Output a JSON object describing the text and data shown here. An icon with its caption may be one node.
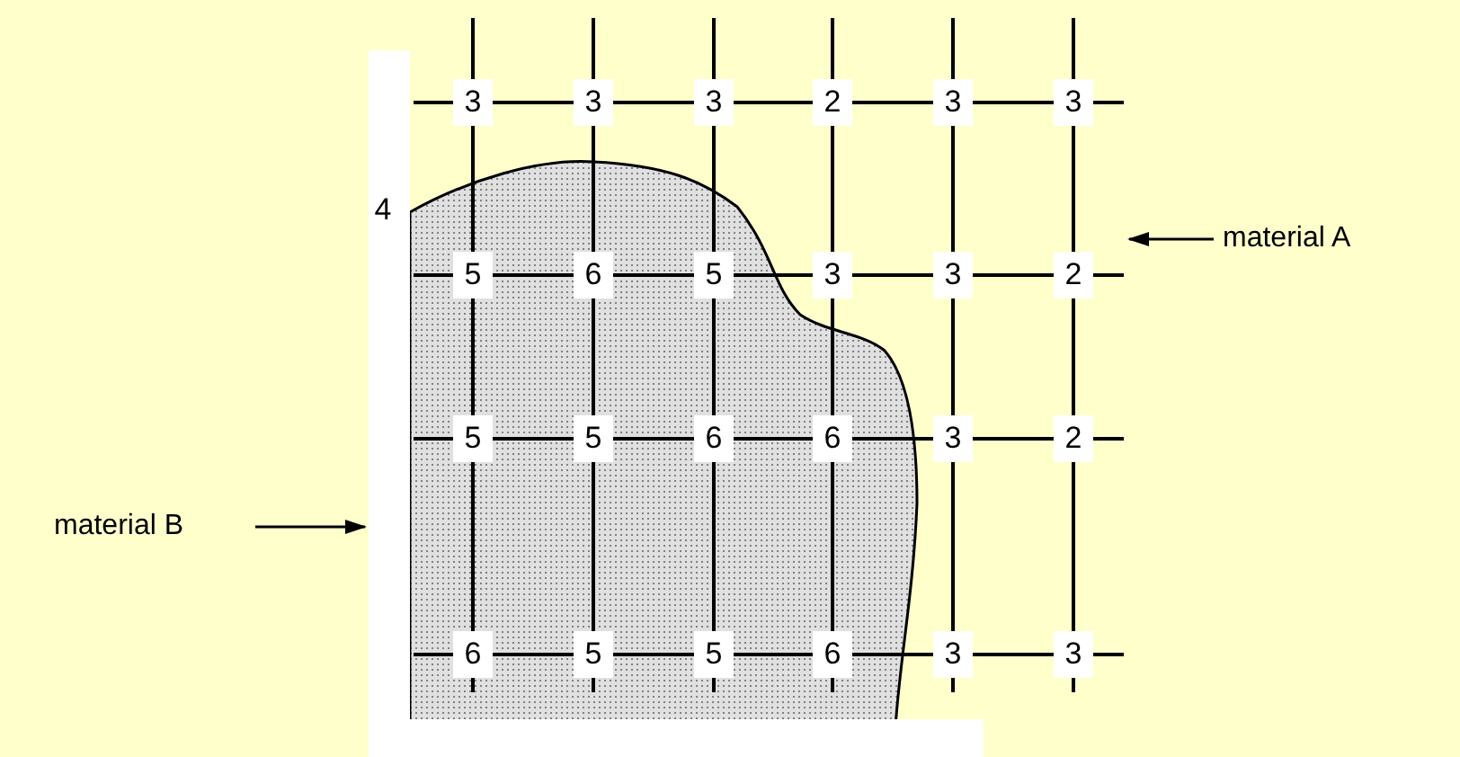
{
  "diagram": {
    "nodes": [
      {
        "text": [
          "material A"
        ]
      },
      {
        "text": [
          "material B"
        ]
      },
      {
        "text": [],
        "shape": "bar"
      },
      {
        "text": [],
        "shape": "bar"
      }
    ],
    "edges": [
      {
        "from": 0,
        "to": null,
        "arrow": "to"
      },
      {
        "from": 1,
        "to": 2,
        "arrow": "to"
      }
    ],
    "labels": [
      "3",
      "3",
      "3",
      "2",
      "3",
      "3",
      "4",
      "5",
      "6",
      "5",
      "3",
      "3",
      "2",
      "5",
      "5",
      "6",
      "6",
      "3",
      "2",
      "6",
      "5",
      "5",
      "6",
      "3",
      "3"
    ]
  }
}
